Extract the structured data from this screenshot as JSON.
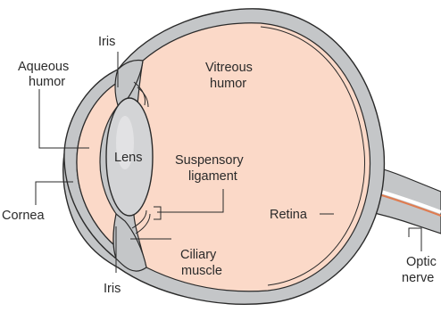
{
  "diagram": {
    "colors": {
      "background": "#ffffff",
      "fluid": "#fbd9c8",
      "wall": "#c4c6c8",
      "lens": "#d3d4d6",
      "outline": "#2a2a2a",
      "nerve_stripe": "#e07b4f"
    },
    "labels": {
      "iris_top": "Iris",
      "aqueous_line1": "Aqueous",
      "aqueous_line2": "humor",
      "vitreous_line1": "Vitreous",
      "vitreous_line2": "humor",
      "lens": "Lens",
      "suspensory_line1": "Suspensory",
      "suspensory_line2": "ligament",
      "cornea": "Cornea",
      "retina": "Retina",
      "ciliary_line1": "Ciliary",
      "ciliary_line2": "muscle",
      "iris_bottom": "Iris",
      "optic_line1": "Optic",
      "optic_line2": "nerve"
    }
  }
}
